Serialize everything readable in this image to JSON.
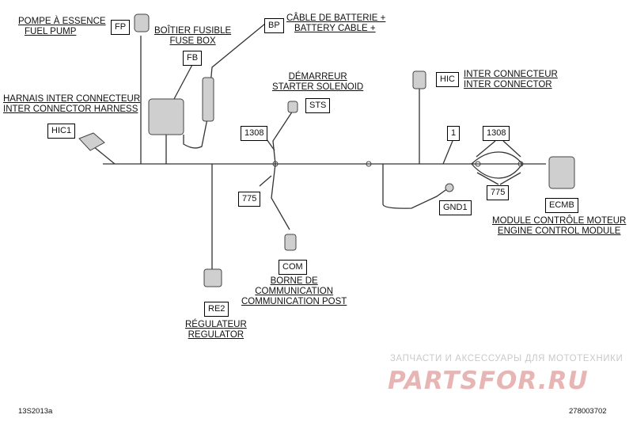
{
  "labels": {
    "fp": [
      "POMPE À ESSENCE",
      "FUEL PUMP"
    ],
    "fb": [
      "BOÎTIER FUSIBLE",
      "FUSE BOX"
    ],
    "bp": [
      "CÂBLE DE BATTERIE +",
      "BATTERY CABLE +"
    ],
    "hic1": [
      "HARNAIS INTER CONNECTEUR",
      "INTER CONNECTOR HARNESS"
    ],
    "sts": [
      "DÉMARREUR",
      "STARTER SOLENOID"
    ],
    "hic": [
      "INTER CONNECTEUR",
      "INTER CONNECTOR"
    ],
    "ecmb": [
      "MODULE CONTRÔLE MOTEUR",
      "ENGINE CONTROL MODULE"
    ],
    "com": [
      "BORNE DE",
      "COMMUNICATION",
      "COMMUNICATION POST"
    ],
    "re2": [
      "RÉGULATEUR",
      "REGULATOR"
    ]
  },
  "boxes": {
    "fp": "FP",
    "fb": "FB",
    "bp": "BP",
    "hic1": "HIC1",
    "sts": "STS",
    "hic": "HIC",
    "c1308a": "1308",
    "c775a": "775",
    "one": "1",
    "c1308b": "1308",
    "c775b": "775",
    "gnd1": "GND1",
    "ecmb": "ECMB",
    "com": "COM",
    "re2": "RE2"
  },
  "footer": {
    "left_code": "13S2013a",
    "right_code": "278003702"
  },
  "watermark": {
    "line1": "ЗАПЧАСТИ И АКСЕССУАРЫ ДЛЯ МОТОТЕХНИКИ",
    "line2": "PARTSFOR.RU"
  }
}
